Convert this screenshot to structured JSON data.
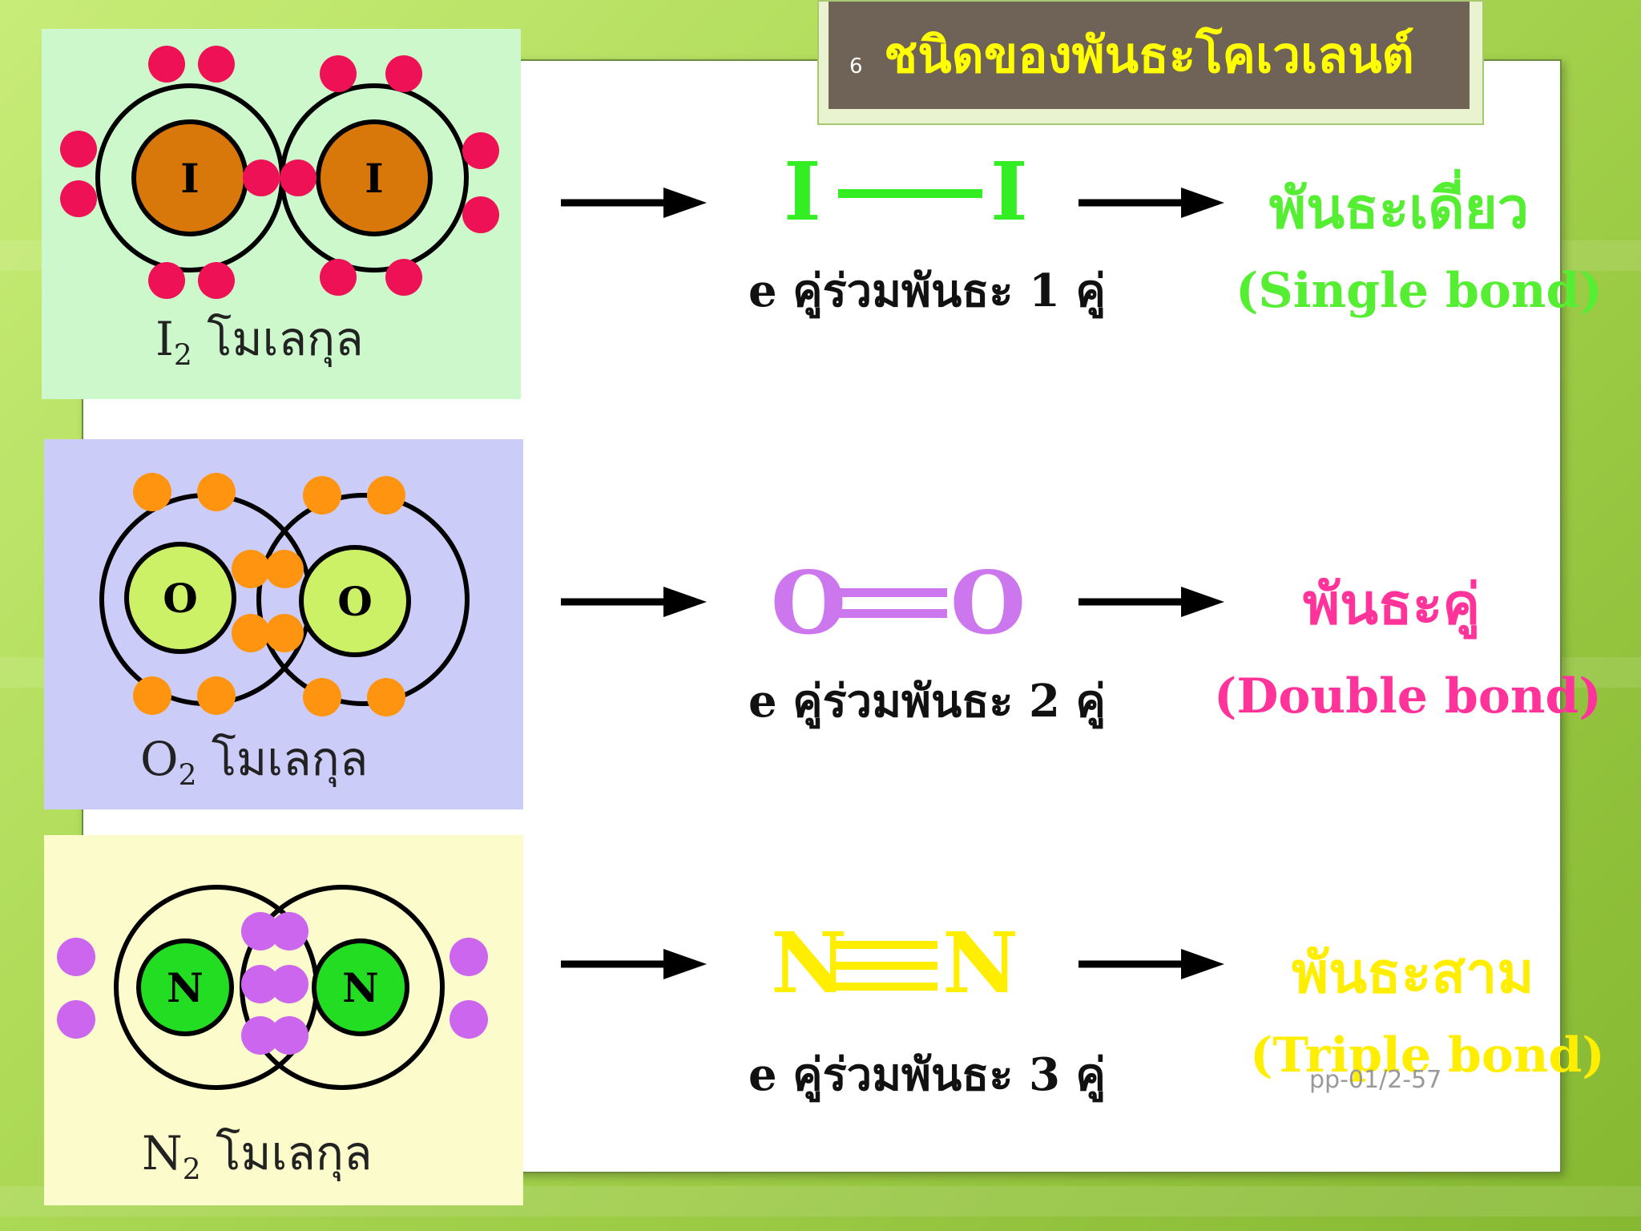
{
  "title": "ชนิดของพันธะโคเวเลนต์",
  "slide_number": "6",
  "footer": "pp-01/2-57",
  "molecules": [
    {
      "symbol": "I",
      "sub": "2",
      "label_suffix": " โมเลกุล",
      "formula_left": "I",
      "formula_right": "I",
      "pairs_text": "e คู่ร่วมพันธะ 1 คู่",
      "bond_th": "พันธะเดี่ยว",
      "bond_en": "(Single bond)",
      "colors": {
        "box": "#ccf8cc",
        "atom": "#d9780a",
        "electron": "#ee1155",
        "formula": "#33ee22",
        "bond": "#55ee33"
      }
    },
    {
      "symbol": "O",
      "sub": "2",
      "label_suffix": " โมเลกุล",
      "formula_left": "O",
      "formula_right": "O",
      "pairs_text": "e คู่ร่วมพันธะ 2 คู่",
      "bond_th": "พันธะคู่",
      "bond_en": "(Double bond)",
      "colors": {
        "box": "#ccccf8",
        "atom": "#ccf066",
        "electron": "#ff9410",
        "formula": "#cc77ee",
        "bond": "#ff3399"
      }
    },
    {
      "symbol": "N",
      "sub": "2",
      "label_suffix": " โมเลกุล",
      "formula_left": "N",
      "formula_right": "N",
      "pairs_text": "e คู่ร่วมพันธะ 3 คู่",
      "bond_th": "พันธะสาม",
      "bond_en": "(Triple bond)",
      "colors": {
        "box": "#fbfbcc",
        "atom": "#22dd22",
        "electron": "#cc66ee",
        "formula": "#ffee00",
        "bond": "#ffee00"
      }
    }
  ]
}
